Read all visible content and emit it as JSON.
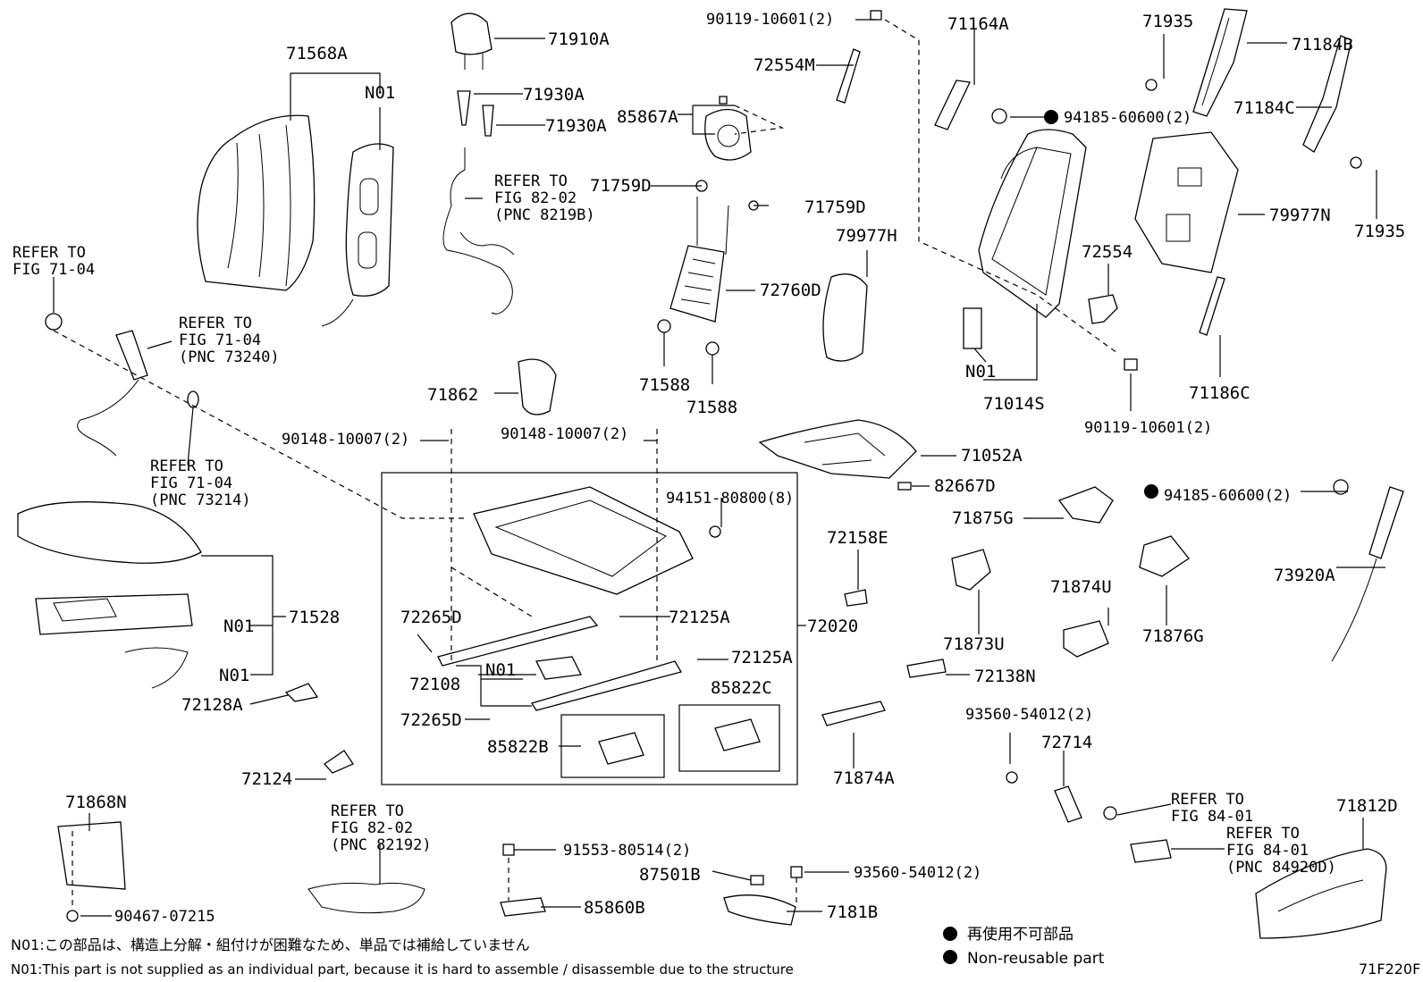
{
  "diagram_id": "71F220F",
  "callouts": {
    "c71568A": "71568A",
    "cN01_back": "N01",
    "c71910A": "71910A",
    "c71930A_1": "71930A",
    "c71930A_2": "71930A",
    "c90119_top": "90119-10601(2)",
    "c72554M": "72554M",
    "c85867A": "85867A",
    "c71164A": "71164A",
    "c71935_top": "71935",
    "c71184B": "71184B",
    "c94185_top": "94185-60600(2)",
    "c71184C": "71184C",
    "c71759D_1": "71759D",
    "c71759D_2": "71759D",
    "c79977H": "79977H",
    "c79977N": "79977N",
    "c71935_r": "71935",
    "c72554": "72554",
    "c72760D": "72760D",
    "c71588_1": "71588",
    "c71588_2": "71588",
    "cN01_frame": "N01",
    "c71014S": "71014S",
    "c71186C": "71186C",
    "c90119_bot": "90119-10601(2)",
    "c71862": "71862",
    "c90148_1": "90148-10007(2)",
    "c90148_2": "90148-10007(2)",
    "c71052A": "71052A",
    "c82667D": "82667D",
    "c94151": "94151-80800(8)",
    "c71875G": "71875G",
    "c94185_mid": "94185-60600(2)",
    "c72158E": "72158E",
    "c73920A": "73920A",
    "c71528": "71528",
    "cN01_cush1": "N01",
    "cN01_cush2": "N01",
    "c72265D_1": "72265D",
    "c72125A_1": "72125A",
    "c72020": "72020",
    "c71874U": "71874U",
    "c71876G": "71876G",
    "c71873U": "71873U",
    "c72125A_2": "72125A",
    "c72108": "72108",
    "cN01_motor": "N01",
    "c85822C": "85822C",
    "c72138N": "72138N",
    "c72128A": "72128A",
    "c72265D_2": "72265D",
    "c93560_top": "93560-54012(2)",
    "c85822B": "85822B",
    "c72714": "72714",
    "c72124": "72124",
    "c71874A": "71874A",
    "c71868N": "71868N",
    "c71812D": "71812D",
    "c91553": "91553-80514(2)",
    "c87501B": "87501B",
    "c93560_bot": "93560-54012(2)",
    "c85860B": "85860B",
    "c7181B": "7181B",
    "c90467": "90467-07215"
  },
  "refer_labels": {
    "r_left_1": "REFER TO",
    "r_left_2": "FIG 71-04",
    "r_belt_1": "REFER TO",
    "r_belt_2": "FIG 71-04",
    "r_belt_3": "(PNC 73240)",
    "r_ring_1": "REFER TO",
    "r_ring_2": "FIG 71-04",
    "r_ring_3": "(PNC 73214)",
    "r_wire_1": "REFER TO",
    "r_wire_2": "FIG 82-02",
    "r_wire_3": "(PNC 8219B)",
    "r_harn_1": "REFER TO",
    "r_harn_2": "FIG 82-02",
    "r_harn_3": "(PNC 82192)",
    "r_84a_1": "REFER TO",
    "r_84a_2": "FIG 84-01",
    "r_84b_1": "REFER TO",
    "r_84b_2": "FIG 84-01",
    "r_84b_3": "(PNC 84920D)"
  },
  "legend": {
    "non_reusable_jp": "再使用不可部品",
    "non_reusable_en": "Non-reusable part"
  },
  "notes": {
    "n01_jp": "N01:この部品は、構造上分解・組付けが困難なため、単品では補給していません",
    "n01_en": "N01:This part is not supplied as an individual part, because it is hard to assemble / disassemble due to the structure"
  }
}
